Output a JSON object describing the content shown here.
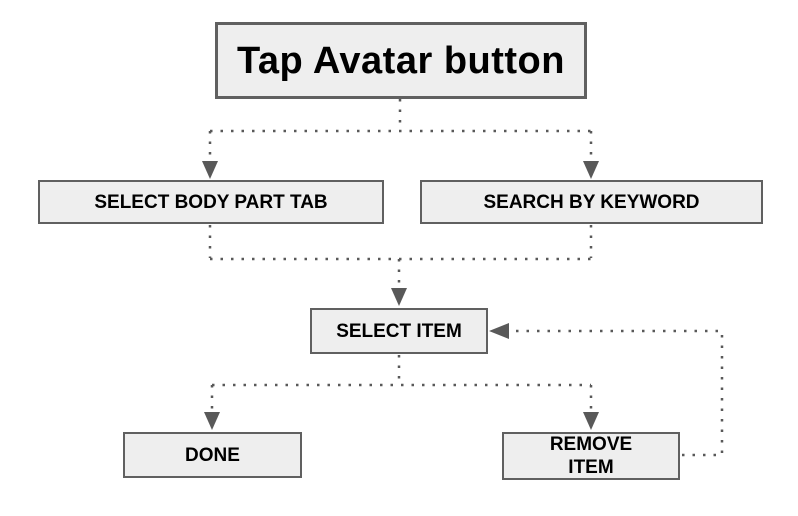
{
  "diagram": {
    "type": "flowchart",
    "background": "#ffffff",
    "colors": {
      "node_fill": "#eeeeee",
      "node_border": "#606060",
      "connector": "#595959",
      "arrowhead": "#595959",
      "text": "#000000"
    },
    "connector_style": "dotted",
    "nodes": {
      "tap_avatar": {
        "label": "Tap Avatar button"
      },
      "select_body_part_tab": {
        "label": "SELECT BODY PART TAB"
      },
      "search_by_keyword": {
        "label": "SEARCH BY KEYWORD"
      },
      "select_item": {
        "label": "SELECT ITEM"
      },
      "done": {
        "label": "DONE"
      },
      "remove_item": {
        "label": "REMOVE\nITEM"
      }
    },
    "edges": [
      {
        "from": "tap_avatar",
        "to": "select_body_part_tab",
        "style": "dotted-arrow"
      },
      {
        "from": "tap_avatar",
        "to": "search_by_keyword",
        "style": "dotted-arrow"
      },
      {
        "from": "select_body_part_tab",
        "to": "select_item",
        "style": "dotted-arrow"
      },
      {
        "from": "search_by_keyword",
        "to": "select_item",
        "style": "dotted-arrow"
      },
      {
        "from": "select_item",
        "to": "done",
        "style": "dotted-arrow"
      },
      {
        "from": "select_item",
        "to": "remove_item",
        "style": "dotted-arrow"
      },
      {
        "from": "remove_item",
        "to": "select_item",
        "style": "dotted-arrow",
        "note": "loop back via right side"
      }
    ]
  }
}
